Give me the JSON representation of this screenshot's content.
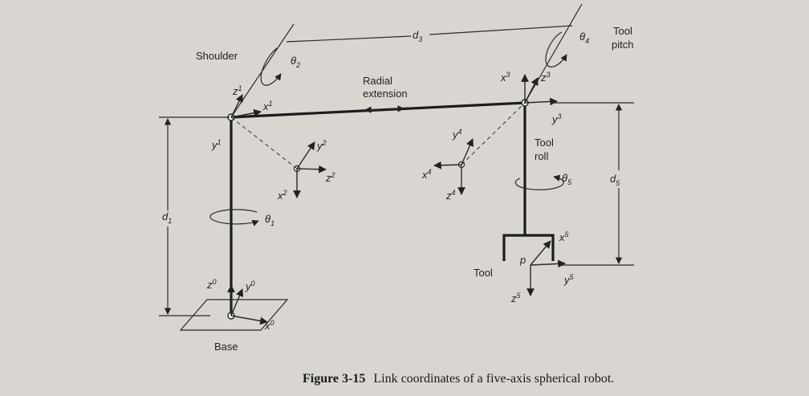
{
  "labels": {
    "shoulder": "Shoulder",
    "theta2": "θ",
    "theta2_sub": "2",
    "d3": "d",
    "d3_sub": "3",
    "theta4": "θ",
    "theta4_sub": "4",
    "tool_pitch_1": "Tool",
    "tool_pitch_2": "pitch",
    "z1": "z",
    "z1_sup": "1",
    "x1": "x",
    "x1_sup": "1",
    "y1": "y",
    "y1_sup": "1",
    "radial_1": "Radial",
    "radial_2": "extension",
    "x3": "x",
    "x3_sup": "3",
    "z3": "z",
    "z3_sup": "3",
    "y3": "y",
    "y3_sup": "3",
    "y2": "y",
    "y2_sup": "2",
    "z2": "z",
    "z2_sup": "2",
    "x2": "x",
    "x2_sup": "2",
    "y4": "y",
    "y4_sup": "4",
    "x4": "x",
    "x4_sup": "4",
    "z4": "z",
    "z4_sup": "4",
    "tool_roll_1": "Tool",
    "tool_roll_2": "roll",
    "theta5": "θ",
    "theta5_sub": "5",
    "d5": "d",
    "d5_sub": "5",
    "d1": "d",
    "d1_sub": "1",
    "theta1": "θ",
    "theta1_sub": "1",
    "x5": "x",
    "x5_sup": "5",
    "p": "p",
    "tool": "Tool",
    "y5": "y",
    "y5_sup": "5",
    "z5": "z",
    "z5_sup": "5",
    "z0": "z",
    "z0_sup": "0",
    "y0": "y",
    "y0_sup": "0",
    "x0": "x",
    "x0_sup": "0",
    "base": "Base"
  },
  "caption": {
    "figure": "Figure 3-15",
    "text": "Link coordinates of a five-axis spherical robot."
  }
}
